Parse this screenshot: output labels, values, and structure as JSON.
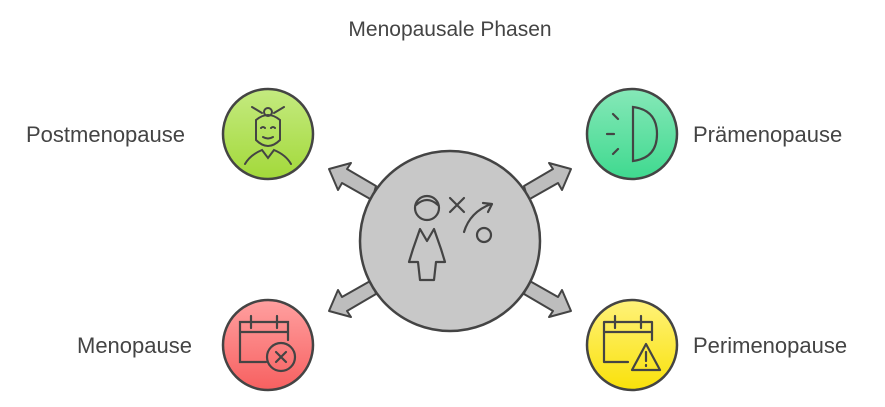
{
  "title": "Menopausale Phasen",
  "center": {
    "icon": "woman-choice-icon",
    "color": "#c8c8c8"
  },
  "phases": [
    {
      "label": "Postmenopause",
      "icon": "woman-avatar-icon",
      "color_top": "#c4ea80",
      "color_bottom": "#a3d93a"
    },
    {
      "label": "Prämenopause",
      "icon": "half-moon-icon",
      "color_top": "#86e8b8",
      "color_bottom": "#3fd98f"
    },
    {
      "label": "Menopause",
      "icon": "calendar-x-icon",
      "color_top": "#ffa0a0",
      "color_bottom": "#f76060"
    },
    {
      "label": "Perimenopause",
      "icon": "calendar-warning-icon",
      "color_top": "#fff27a",
      "color_bottom": "#f9e10a"
    }
  ]
}
